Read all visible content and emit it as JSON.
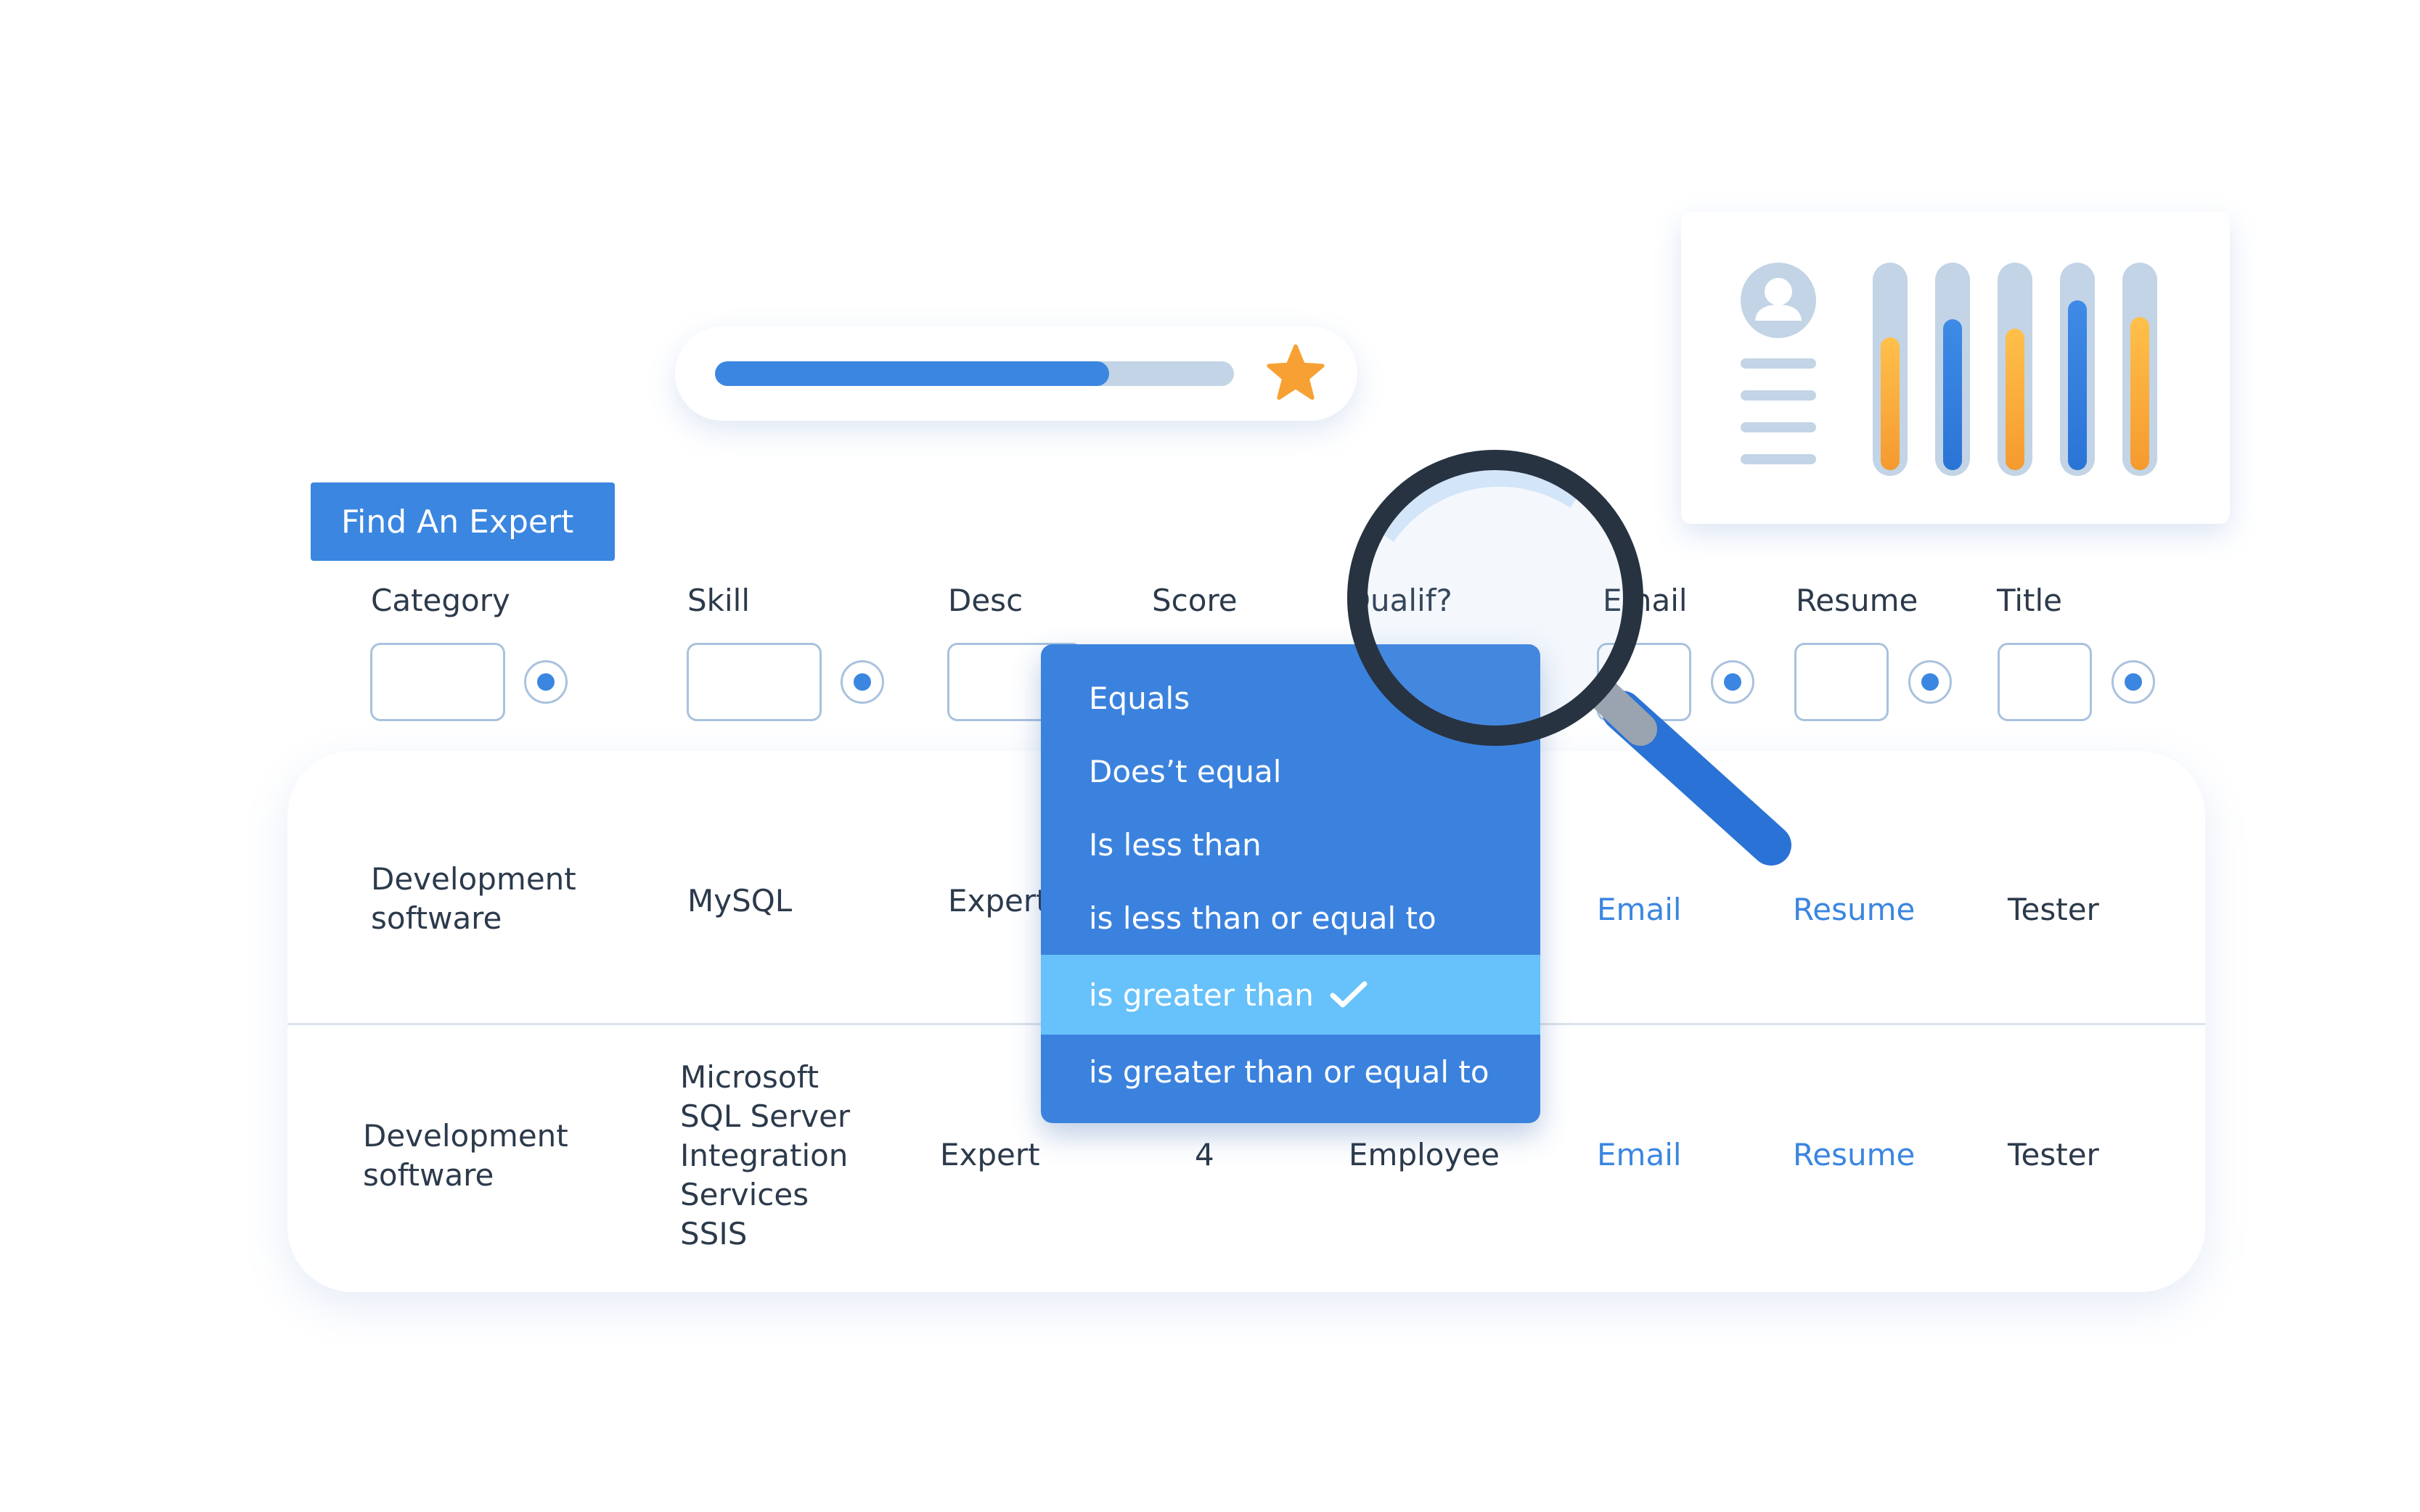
{
  "rating": {
    "progress": 0.76,
    "icon": "star-icon",
    "accent": "#3b86e0",
    "star_color": "#f7a134"
  },
  "profile_card": {
    "icon": "user-avatar-icon",
    "bars": [
      {
        "level": 0.66,
        "color": "orange"
      },
      {
        "level": 0.75,
        "color": "blue"
      },
      {
        "level": 0.7,
        "color": "orange"
      },
      {
        "level": 0.84,
        "color": "blue"
      },
      {
        "level": 0.76,
        "color": "orange"
      }
    ]
  },
  "find_button": {
    "label": "Find An Expert"
  },
  "columns": [
    "Category",
    "Skill",
    "Desc",
    "Score",
    "Qualif?",
    "Email",
    "Resume",
    "Title"
  ],
  "dropdown": {
    "options": [
      "Equals",
      "Does’t equal",
      "Is less than",
      "is less than or equal to",
      "is greater than",
      "is greater than or equal to"
    ],
    "selected_index": 4
  },
  "rows": [
    {
      "category": "Development software",
      "skill": "MySQL",
      "desc": "Expert",
      "email": "Email",
      "resume": "Resume",
      "title": "Tester"
    },
    {
      "category": "Development software",
      "skill_lines": [
        "Microsoft",
        "SQL Server",
        "Integration",
        "Services",
        "SSIS"
      ],
      "desc": "Expert",
      "score": "4",
      "qualif": "Employee",
      "email": "Email",
      "resume": "Resume",
      "title": "Tester"
    }
  ]
}
